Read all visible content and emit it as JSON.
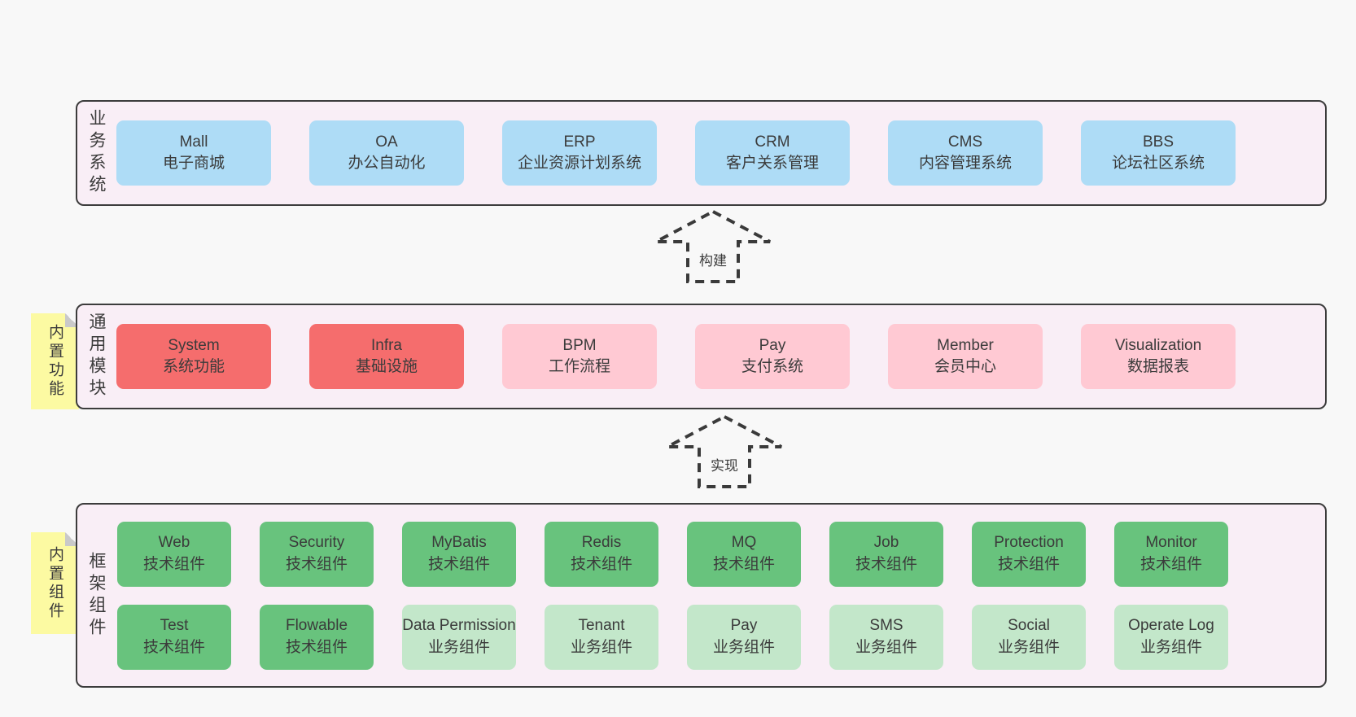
{
  "colors": {
    "page_bg": "#f8f8f8",
    "panel_bg": "#f9eef6",
    "panel_border": "#3c3c3c",
    "blue": "#aedcf6",
    "red": "#f56d6d",
    "pink": "#ffc9d3",
    "green": "#68c37d",
    "green_light": "#c3e7ca",
    "note_yellow": "#fcfaa2",
    "text": "#3b3b3b"
  },
  "layers": {
    "business": {
      "label": "业务系统",
      "items": [
        {
          "name": "Mall",
          "desc": "电子商城"
        },
        {
          "name": "OA",
          "desc": "办公自动化"
        },
        {
          "name": "ERP",
          "desc": "企业资源计划系统"
        },
        {
          "name": "CRM",
          "desc": "客户关系管理"
        },
        {
          "name": "CMS",
          "desc": "内容管理系统"
        },
        {
          "name": "BBS",
          "desc": "论坛社区系统"
        }
      ]
    },
    "modules": {
      "label": "通用模块",
      "note": "内置功能",
      "items": [
        {
          "name": "System",
          "desc": "系统功能",
          "variant": "red"
        },
        {
          "name": "Infra",
          "desc": "基础设施",
          "variant": "red"
        },
        {
          "name": "BPM",
          "desc": "工作流程",
          "variant": "pink"
        },
        {
          "name": "Pay",
          "desc": "支付系统",
          "variant": "pink"
        },
        {
          "name": "Member",
          "desc": "会员中心",
          "variant": "pink"
        },
        {
          "name": "Visualization",
          "desc": "数据报表",
          "variant": "pink"
        }
      ]
    },
    "components": {
      "label": "框架组件",
      "note": "内置组件",
      "row1": [
        {
          "name": "Web",
          "desc": "技术组件",
          "variant": "green"
        },
        {
          "name": "Security",
          "desc": "技术组件",
          "variant": "green"
        },
        {
          "name": "MyBatis",
          "desc": "技术组件",
          "variant": "green"
        },
        {
          "name": "Redis",
          "desc": "技术组件",
          "variant": "green"
        },
        {
          "name": "MQ",
          "desc": "技术组件",
          "variant": "green"
        },
        {
          "name": "Job",
          "desc": "技术组件",
          "variant": "green"
        },
        {
          "name": "Protection",
          "desc": "技术组件",
          "variant": "green"
        },
        {
          "name": "Monitor",
          "desc": "技术组件",
          "variant": "green"
        }
      ],
      "row2": [
        {
          "name": "Test",
          "desc": "技术组件",
          "variant": "green"
        },
        {
          "name": "Flowable",
          "desc": "技术组件",
          "variant": "green"
        },
        {
          "name": "Data Permission",
          "desc": "业务组件",
          "variant": "green-light"
        },
        {
          "name": "Tenant",
          "desc": "业务组件",
          "variant": "green-light"
        },
        {
          "name": "Pay",
          "desc": "业务组件",
          "variant": "green-light"
        },
        {
          "name": "SMS",
          "desc": "业务组件",
          "variant": "green-light"
        },
        {
          "name": "Social",
          "desc": "业务组件",
          "variant": "green-light"
        },
        {
          "name": "Operate Log",
          "desc": "业务组件",
          "variant": "green-light"
        }
      ]
    }
  },
  "arrows": [
    {
      "label": "构建"
    },
    {
      "label": "实现"
    }
  ]
}
